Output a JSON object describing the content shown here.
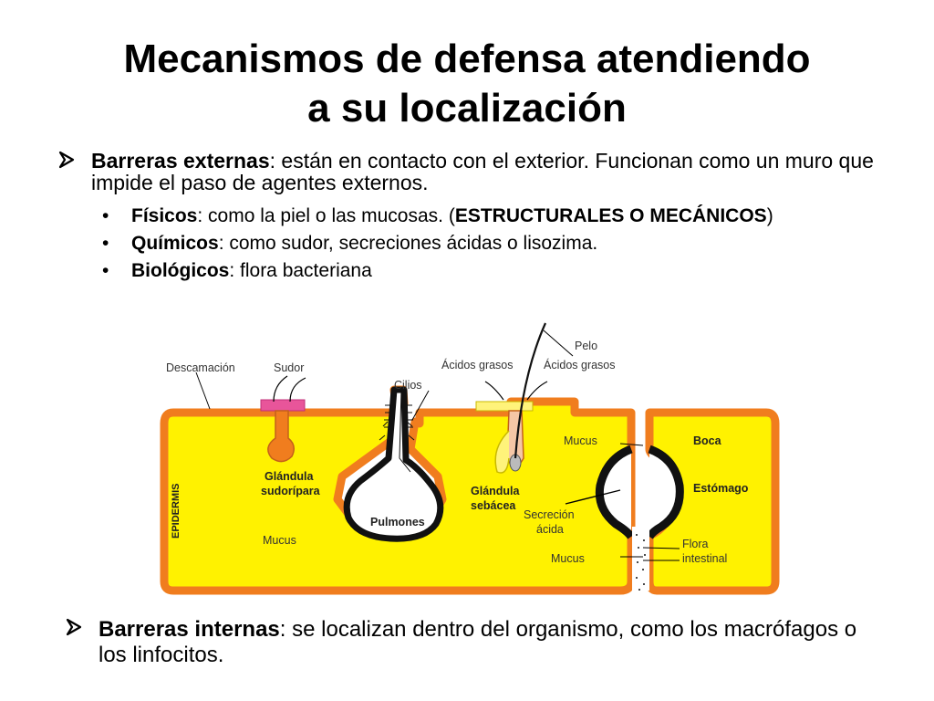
{
  "title": {
    "line1": "Mecanismos de defensa atendiendo",
    "line2": "a su localización"
  },
  "external": {
    "term": "Barreras externas",
    "text": ": están en contacto con el exterior. Funcionan como un muro que impide el paso de agentes externos.",
    "items": [
      {
        "term": "Físicos",
        "text": ": como la piel o las mucosas. (",
        "emph": "ESTRUCTURALES O MECÁNICOS",
        "tail": ")"
      },
      {
        "term": "Químicos",
        "text": ": como sudor, secreciones ácidas o lisozima.",
        "emph": "",
        "tail": ""
      },
      {
        "term": "Biológicos",
        "text": ": flora bacteriana",
        "emph": "",
        "tail": ""
      }
    ]
  },
  "internal": {
    "term": "Barreras internas",
    "text": ": se localizan dentro del organismo, como los macrófagos o los linfocitos."
  },
  "diagram": {
    "labels": {
      "descamacion": "Descamación",
      "sudor": "Sudor",
      "cilios": "Cilios",
      "acidos_grasos_1": "Ácidos grasos",
      "acidos_grasos_2": "Ácidos grasos",
      "pelo": "Pelo",
      "mucus_1": "Mucus",
      "boca": "Boca",
      "estomago": "Estómago",
      "glandula_sudoripara_1": "Glándula",
      "glandula_sudoripara_2": "sudorípara",
      "glandula_sebacea_1": "Glándula",
      "glandula_sebacea_2": "sebácea",
      "pulmones": "Pulmones",
      "mucus_2": "Mucus",
      "secrecion_1": "Secreción",
      "secrecion_2": "ácida",
      "mucus_3": "Mucus",
      "flora_1": "Flora",
      "flora_2": "intestinal",
      "epidermis": "EPIDERMIS"
    },
    "colors": {
      "tissue": "#fff200",
      "border": "#f07d1e",
      "mucosa": "#111111",
      "sweat": "#e8559a",
      "oil": "#fff37a"
    }
  }
}
